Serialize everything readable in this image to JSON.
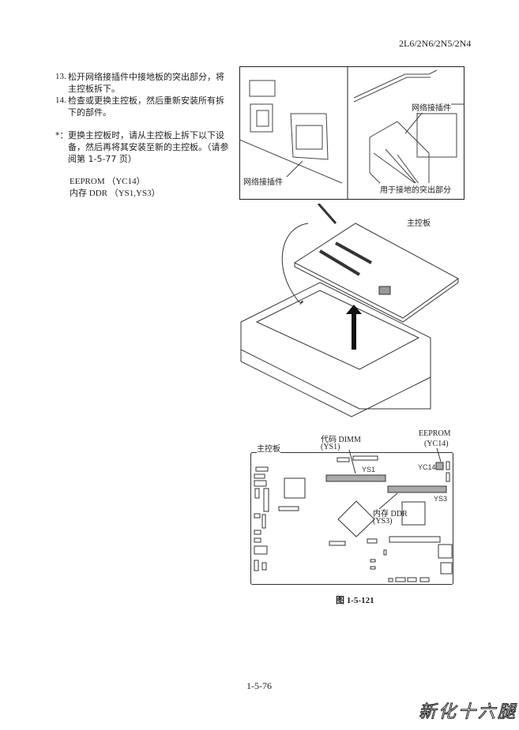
{
  "header": {
    "model": "2L6/2N6/2N5/2N4"
  },
  "steps": [
    {
      "num": "13.",
      "text": "松开网络接插件中接地板的突出部分，将主控板拆下。"
    },
    {
      "num": "14.",
      "text": "检查或更换主控板，然后重新安装所有拆下的部件。"
    }
  ],
  "note": {
    "mark": "*：",
    "text": "更换主控板时，请从主控板上拆下以下设备，然后再将其安装至新的主控板。（请参阅第 1-5-77 页）"
  },
  "parts": [
    "EEPROM （YC14）",
    "内存 DDR （YS1,YS3）"
  ],
  "figure_top": {
    "left_label": "网络接插件",
    "right_label_connector": "网络接插件",
    "right_label_tabs": "用于接地的突出部分"
  },
  "figure_mid": {
    "board_label": "主控板"
  },
  "figure_board": {
    "title": "主控板",
    "dimm_label_1": "代码  DIMM",
    "dimm_label_2": "(YS1)",
    "eeprom_label_1": "EEPROM",
    "eeprom_label_2": "(YC14)",
    "ddr_label_1": "内存  DDR",
    "ddr_label_2": "(YS3)",
    "silk_ys1": "YS1",
    "silk_ys3": "YS3",
    "silk_yc14": "YC14"
  },
  "caption": "图 1-5-121",
  "page_number": "1-5-76",
  "watermark": "新化十六腿"
}
